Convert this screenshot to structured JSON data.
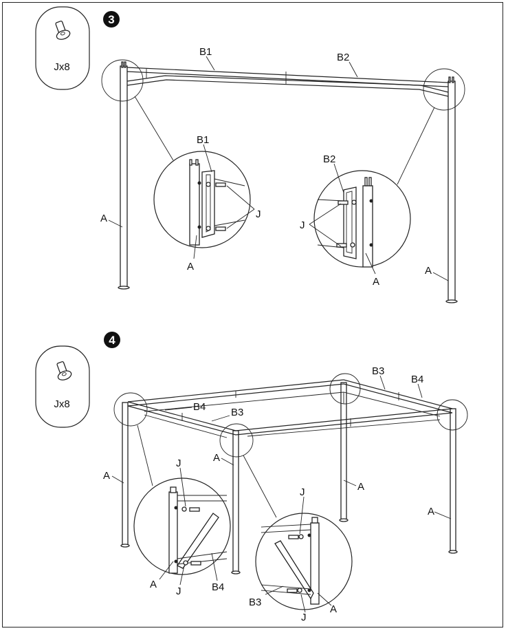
{
  "step3": {
    "number": "3",
    "hardware": {
      "icon": "bolt-icon",
      "label": "Jx8"
    },
    "labels": {
      "b1_top": "B1",
      "b2_top": "B2",
      "b1_detail": "B1",
      "b2_detail": "B2",
      "a_left": "A",
      "a_right": "A",
      "a_detail_left": "A",
      "a_detail_right": "A",
      "j_detail_left": "J",
      "j_detail_right": "J"
    }
  },
  "step4": {
    "number": "4",
    "hardware": {
      "icon": "bolt-icon",
      "label": "Jx8"
    },
    "labels": {
      "b3_top": "B3",
      "b4_top": "B4",
      "b4_left": "B4",
      "b3_mid": "B3",
      "a_left": "A",
      "a_mid": "A",
      "a_back": "A",
      "a_right": "A",
      "j_detail_left": "J",
      "a_detail_left": "A",
      "j2_detail_left": "J",
      "b4_detail_left": "B4",
      "j_detail_right": "J",
      "b3_detail_right": "B3",
      "a_detail_right": "A",
      "j2_detail_right": "J"
    }
  }
}
